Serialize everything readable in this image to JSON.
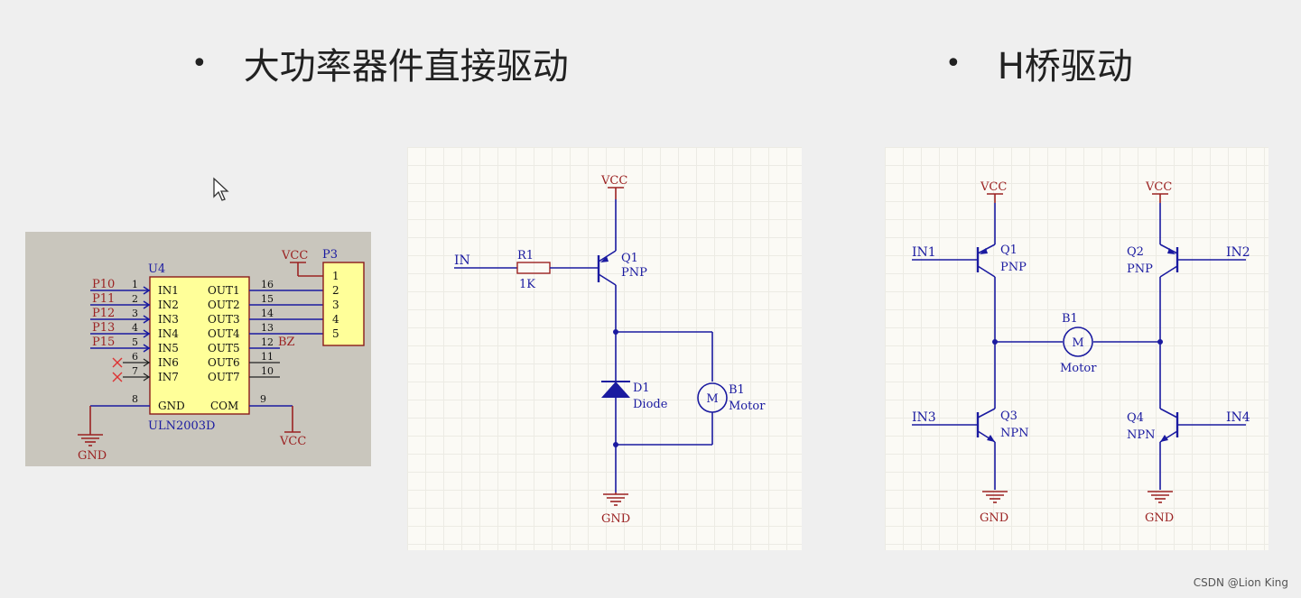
{
  "headings": {
    "left": "大功率器件直接驱动",
    "right": "H桥驱动",
    "bullet": "•"
  },
  "uln_panel": {
    "chip_ref": "U4",
    "chip_part": "ULN2003D",
    "inputs": [
      {
        "net": "P10",
        "pin": "1",
        "name": "IN1"
      },
      {
        "net": "P11",
        "pin": "2",
        "name": "IN2"
      },
      {
        "net": "P12",
        "pin": "3",
        "name": "IN3"
      },
      {
        "net": "P13",
        "pin": "4",
        "name": "IN4"
      },
      {
        "net": "P15",
        "pin": "5",
        "name": "IN5"
      },
      {
        "net": "",
        "pin": "6",
        "name": "IN6"
      },
      {
        "net": "",
        "pin": "7",
        "name": "IN7"
      }
    ],
    "outputs": [
      {
        "name": "OUT1",
        "pin": "16"
      },
      {
        "name": "OUT2",
        "pin": "15"
      },
      {
        "name": "OUT3",
        "pin": "14"
      },
      {
        "name": "OUT4",
        "pin": "13"
      },
      {
        "name": "OUT5",
        "pin": "12"
      },
      {
        "name": "OUT6",
        "pin": "11"
      },
      {
        "name": "OUT7",
        "pin": "10"
      }
    ],
    "gnd_pin": {
      "name": "GND",
      "pin": "8"
    },
    "com_pin": {
      "name": "COM",
      "pin": "9"
    },
    "bz_label": "BZ",
    "gnd_label": "GND",
    "vcc_top": "VCC",
    "vcc_bottom": "VCC",
    "connector_ref": "P3",
    "connector_pins": [
      "1",
      "2",
      "3",
      "4",
      "5"
    ]
  },
  "direct_panel": {
    "vcc": "VCC",
    "gnd": "GND",
    "input": "IN",
    "resistor_ref": "R1",
    "resistor_value": "1K",
    "transistor_ref": "Q1",
    "transistor_type": "PNP",
    "diode_ref": "D1",
    "diode_value": "Diode",
    "motor_ref": "B1",
    "motor_value": "Motor",
    "motor_symbol": "M"
  },
  "hbridge_panel": {
    "q1": {
      "ref": "Q1",
      "type": "PNP",
      "input": "IN1",
      "vcc": "VCC"
    },
    "q2": {
      "ref": "Q2",
      "type": "PNP",
      "input": "IN2",
      "vcc": "VCC"
    },
    "q3": {
      "ref": "Q3",
      "type": "NPN",
      "input": "IN3",
      "gnd": "GND"
    },
    "q4": {
      "ref": "Q4",
      "type": "NPN",
      "input": "IN4",
      "gnd": "GND"
    },
    "motor_ref": "B1",
    "motor_value": "Motor",
    "motor_symbol": "M"
  },
  "watermark": "CSDN @Lion King"
}
